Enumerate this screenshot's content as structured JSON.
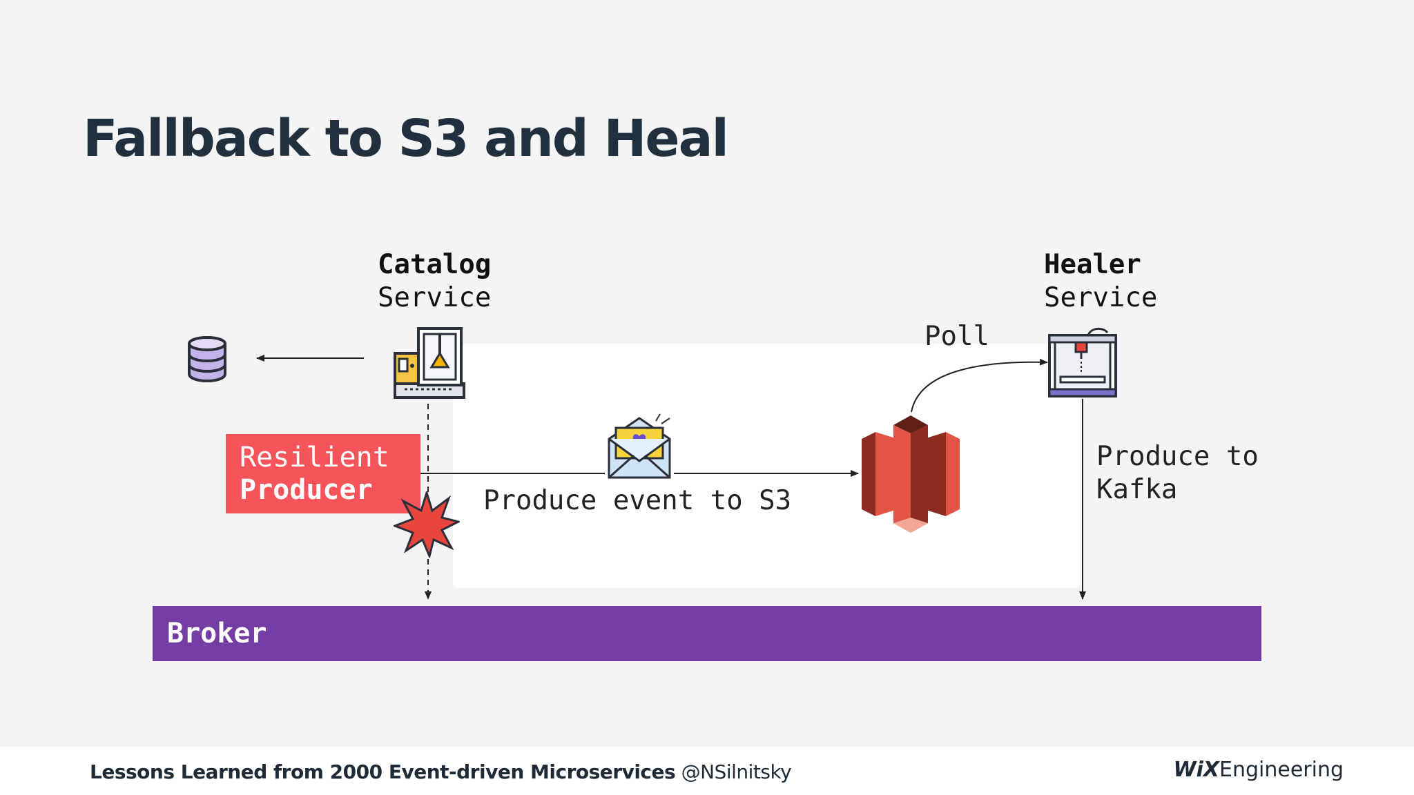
{
  "slide": {
    "title": "Fallback to S3 and Heal"
  },
  "diagram": {
    "catalog_service": {
      "name": "Catalog",
      "suffix": "Service"
    },
    "healer_service": {
      "name": "Healer",
      "suffix": "Service"
    },
    "resilient_producer": {
      "line1": "Resilient",
      "line2": "Producer"
    },
    "edges": {
      "produce_event_to_s3": "Produce event to S3",
      "poll": "Poll",
      "produce_to_kafka_line1": "Produce to",
      "produce_to_kafka_line2": "Kafka"
    },
    "broker": {
      "label": "Broker"
    },
    "icons": {
      "database": "database-icon",
      "catalog": "catalog-machine-icon",
      "envelope": "envelope-heart-icon",
      "s3": "aws-s3-bucket-icon",
      "healer": "3d-printer-icon",
      "failure": "explosion-icon"
    },
    "colors": {
      "resilient_producer": "#f4545a",
      "broker": "#733da3",
      "s3_light": "#e25444",
      "s3_dark": "#8c2b1f",
      "explosion": "#e8453c"
    }
  },
  "footer": {
    "talk_title": "Lessons Learned from 2000 Event-driven Microservices",
    "handle": "@NSilnitsky",
    "brand": "WiX",
    "brand_suffix": "Engineering"
  }
}
